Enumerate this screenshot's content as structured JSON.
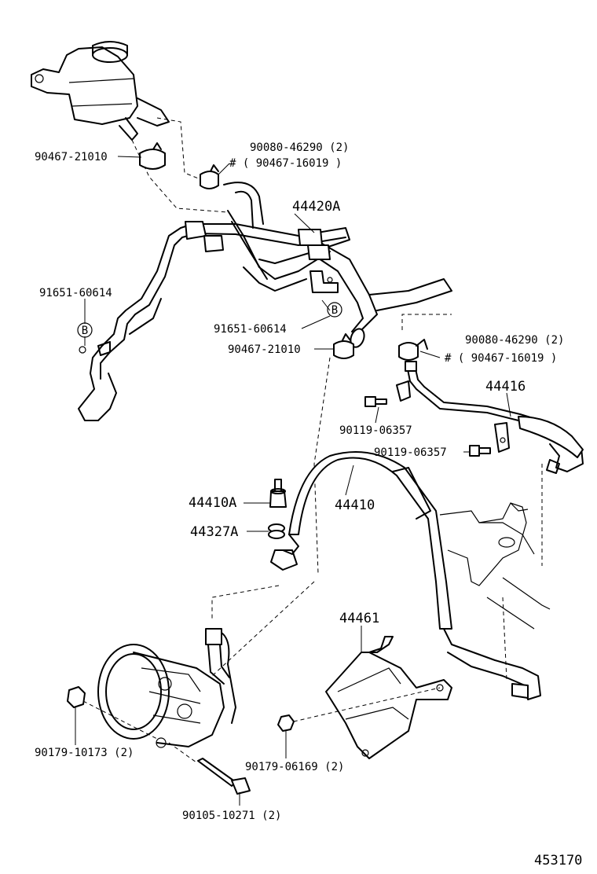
{
  "diagram": {
    "labels": {
      "clamp_top_left": "90467-21010",
      "clamp_top_mid_a": "90080-46290 (2)",
      "clamp_top_mid_b": "# ( 90467-16019 )",
      "hose_44420a": "44420A",
      "clip_left": "91651-60614",
      "clip_mid": "91651-60614",
      "clamp_mid": "90467-21010",
      "clamp_right_a": "90080-46290 (2)",
      "clamp_right_b": "# ( 90467-16019 )",
      "tube_44416": "44416",
      "bolt_upper": "90119-06357",
      "bolt_lower": "90119-06357",
      "union_44410a": "44410A",
      "gasket_44327a": "44327A",
      "hose_44410": "44410",
      "bracket_44461": "44461",
      "nut_left": "90179-10173 (2)",
      "nut_right": "90179-06169 (2)",
      "bolt_pump": "90105-10271 (2)",
      "figure_number": "453170"
    },
    "ref_markers": {
      "left": "B",
      "mid": "B"
    }
  }
}
